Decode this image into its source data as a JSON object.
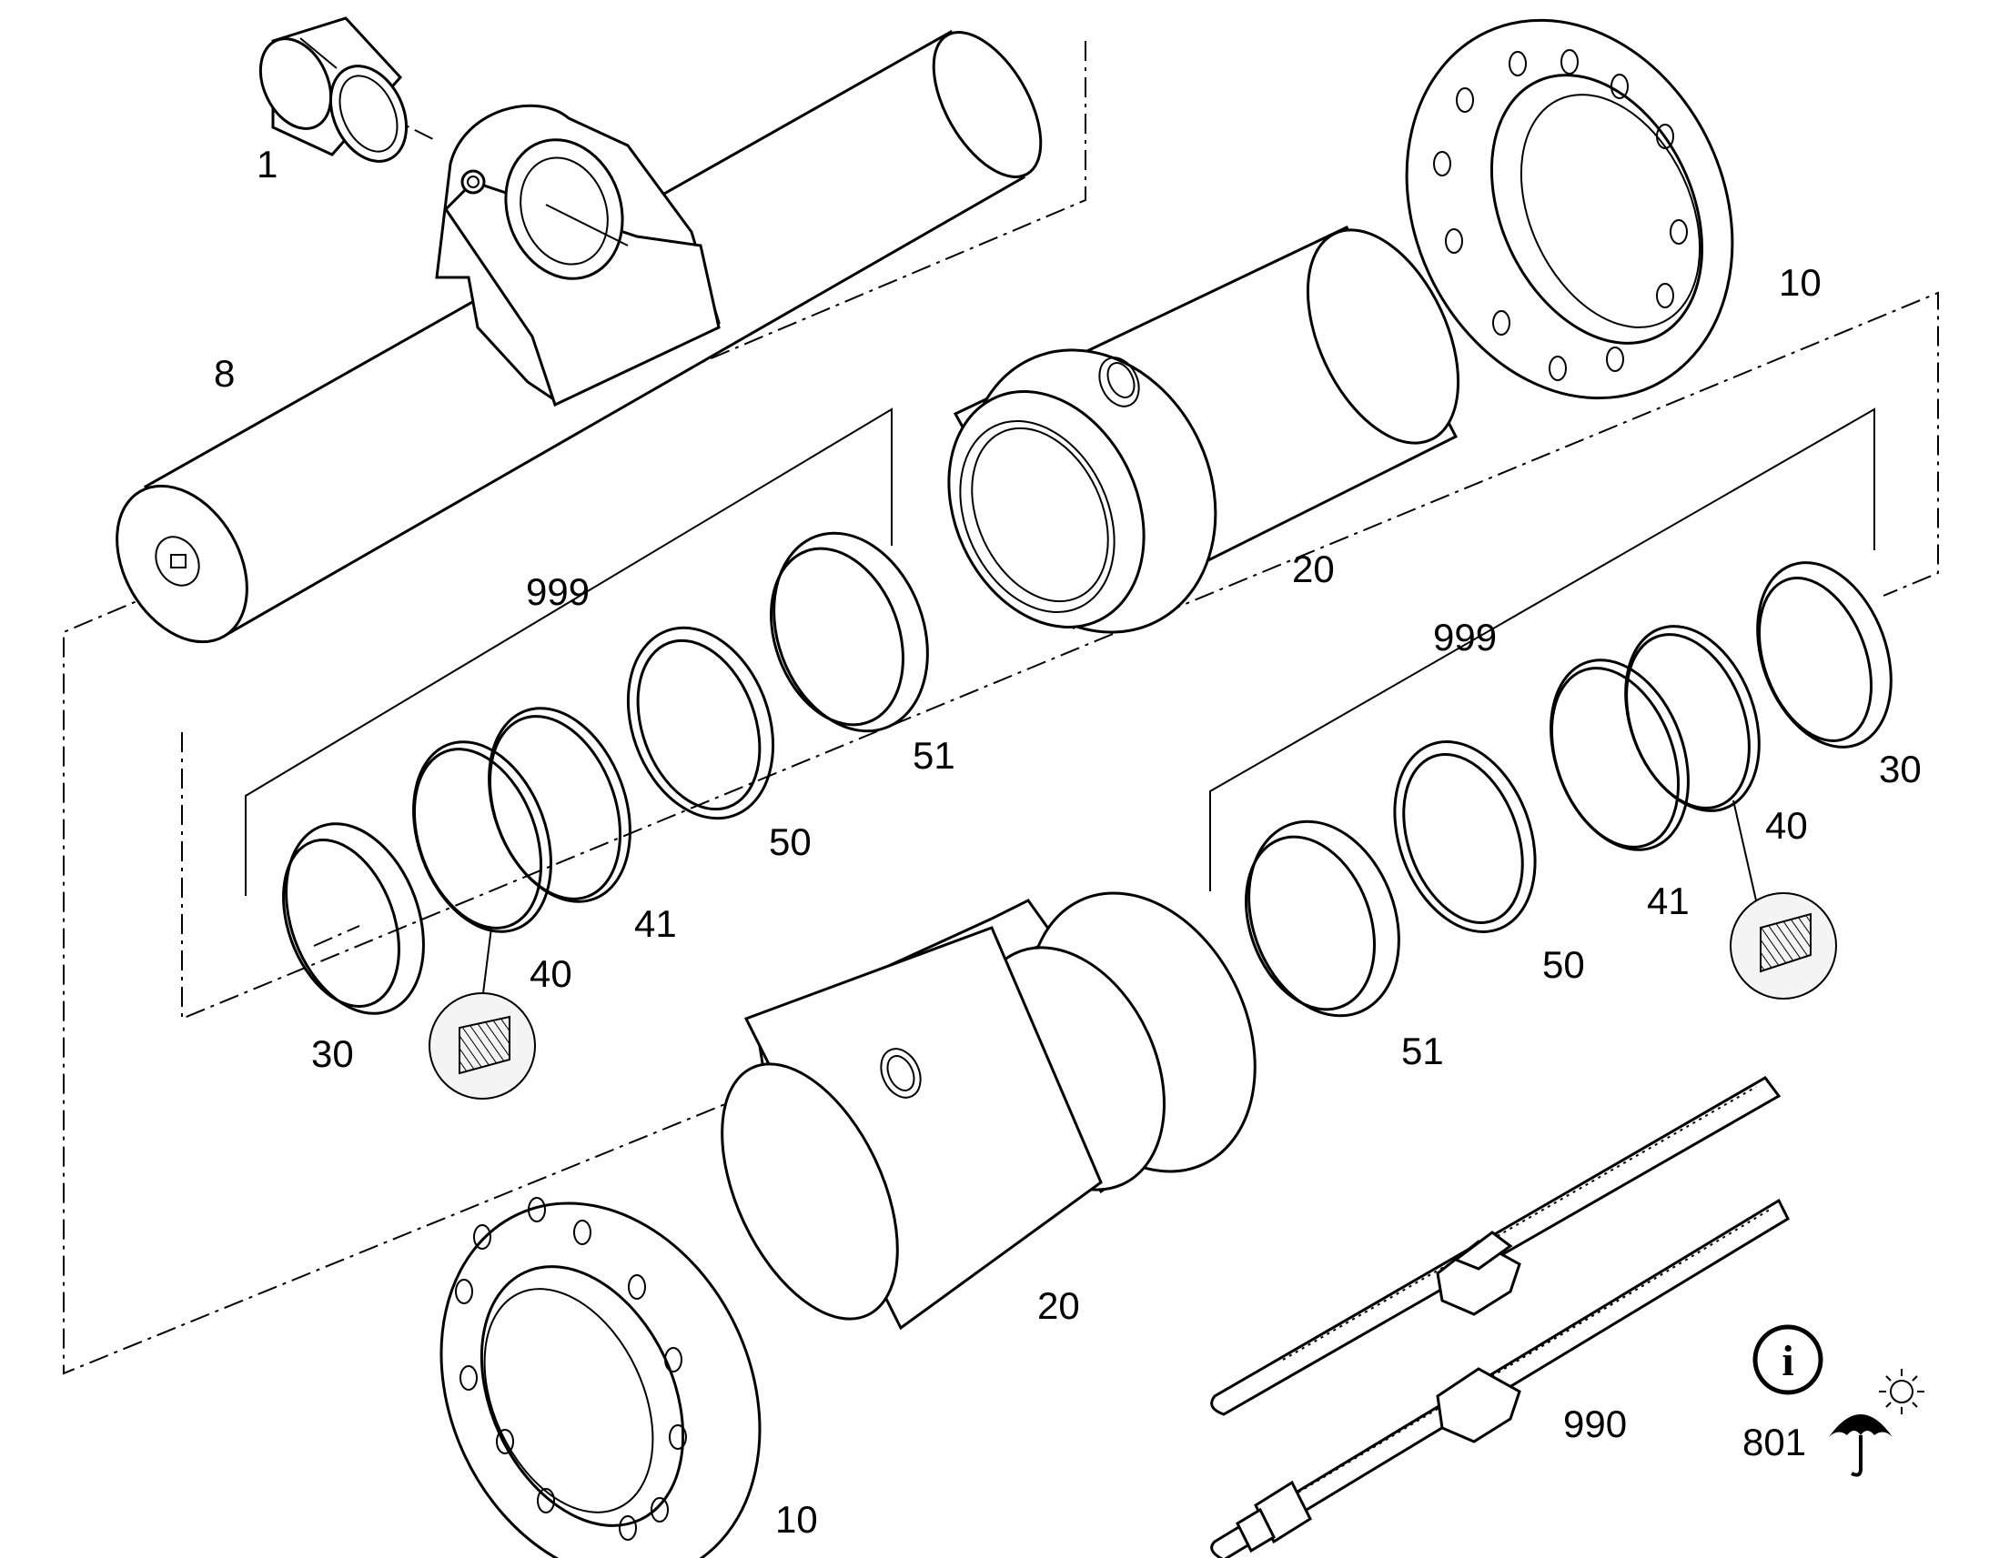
{
  "labels": {
    "l1": "1",
    "l8": "8",
    "l10a": "10",
    "l10b": "10",
    "l20a": "20",
    "l20b": "20",
    "l999a": "999",
    "l999b": "999",
    "l51a": "51",
    "l51b": "51",
    "l50a": "50",
    "l50b": "50",
    "l41a": "41",
    "l41b": "41",
    "l40a": "40",
    "l40b": "40",
    "l30a": "30",
    "l30b": "30",
    "l990": "990",
    "l801": "801"
  },
  "icons": [
    "info-icon",
    "umbrella-icon",
    "sun-icon",
    "seal-section-icon"
  ]
}
